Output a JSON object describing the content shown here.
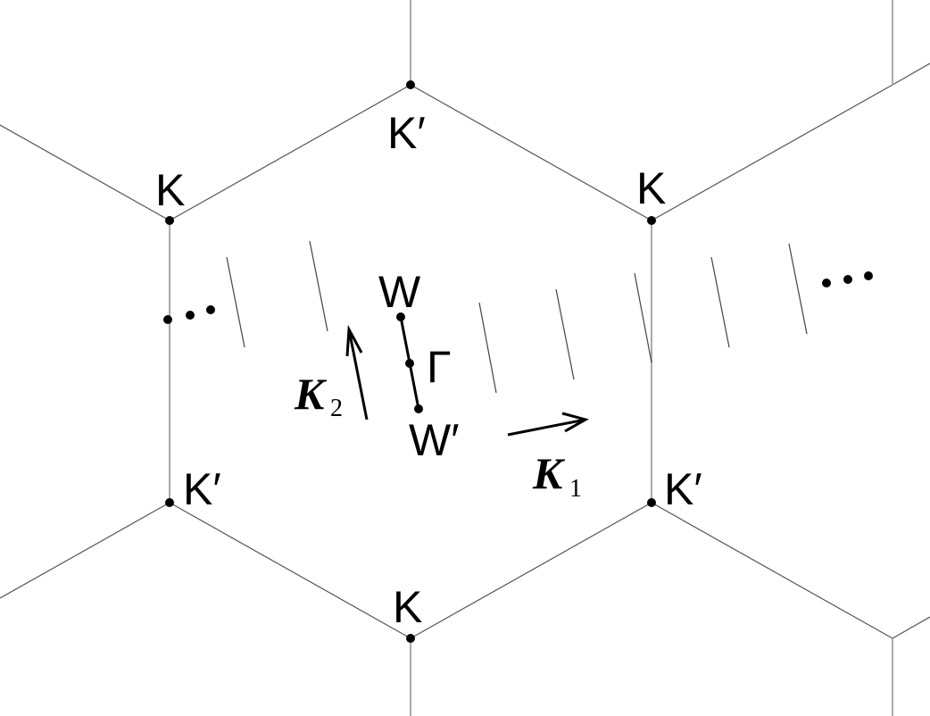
{
  "diagram": {
    "type": "brillouin-zone-hexagonal",
    "colors": {
      "zone_edge": "#555555",
      "zone_vertical_edge": "#aaaaaa",
      "cutting_line": "#444444",
      "ink": "#000000"
    },
    "vertex_labels": {
      "top": "K′",
      "upper_left": "K",
      "upper_right": "K",
      "lower_left": "K′",
      "lower_right": "K′",
      "bottom": "K"
    },
    "points": {
      "w": "W",
      "gamma": "Γ",
      "w_prime": "W′"
    },
    "vectors": {
      "k1": {
        "symbol": "K",
        "subscript": "1"
      },
      "k2": {
        "symbol": "K",
        "subscript": "2"
      }
    },
    "ellipsis_left": "…",
    "ellipsis_right": "…",
    "cutting_lines_count": 8
  }
}
